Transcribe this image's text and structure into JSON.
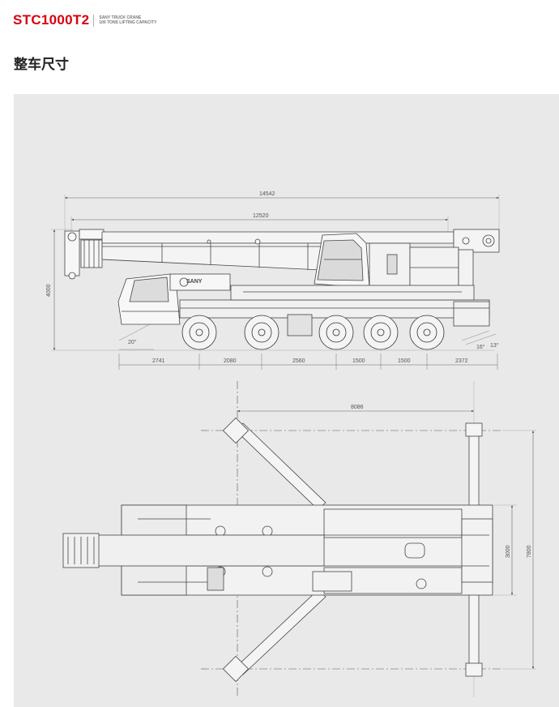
{
  "header": {
    "model": "STC1000T2",
    "subtitle_line1": "SANY TRUCK CRANE",
    "subtitle_line2": "100 TONS LIFTING CAPACITY"
  },
  "page_title": "整车尺寸",
  "side_view": {
    "overall_length": "14542",
    "boom_length": "12520",
    "height": "4000",
    "approach_angle": "20°",
    "departure_angle_1": "16°",
    "departure_angle_2": "13°",
    "brand": "SANY",
    "axle_spacing": [
      "2741",
      "2080",
      "2560",
      "1500",
      "1500",
      "2372"
    ]
  },
  "top_view": {
    "outrigger_span_length": "8086",
    "width": "3000",
    "outrigger_span_width": "7800"
  },
  "colors": {
    "accent": "#d7000f",
    "panel": "#e9e9e9",
    "line": "#444444"
  }
}
